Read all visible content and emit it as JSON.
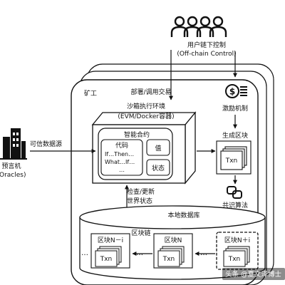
{
  "users": {
    "label_cn": "用户链下控制",
    "label_en": "(Off-chain Control)"
  },
  "miner_label": "矿工",
  "deploy_label": "部署/调用交易",
  "sandbox": {
    "title_cn": "沙箱执行环境",
    "title_en": "(EVM/Docker容器)"
  },
  "smart_contract": {
    "title": "智能合约",
    "code_title": "代码",
    "code_line1": "If…Then…",
    "code_line2": "What…If…",
    "code_line3": "…",
    "value_label": "值",
    "state_label": "状态"
  },
  "oracle": {
    "label_cn": "预言机",
    "label_en": "(Oracles)",
    "trusted_source": "可信数据源"
  },
  "incentive_label": "激励机制",
  "generate_block": {
    "label": "生成区块",
    "txn": "Txn"
  },
  "consensus_label": "共识算法",
  "check_update": {
    "line1": "检查/更新",
    "line2": "世界状态"
  },
  "local_db": "本地数据库",
  "chain_label": "区块链",
  "blocks": [
    {
      "label": "区块N－i",
      "txn": "Txn"
    },
    {
      "label": "区块N",
      "txn": "Txn"
    },
    {
      "label": "区块N＋i",
      "txn": "Txn"
    }
  ],
  "dots": "…",
  "watermark": "头条 @夏文泽博士"
}
